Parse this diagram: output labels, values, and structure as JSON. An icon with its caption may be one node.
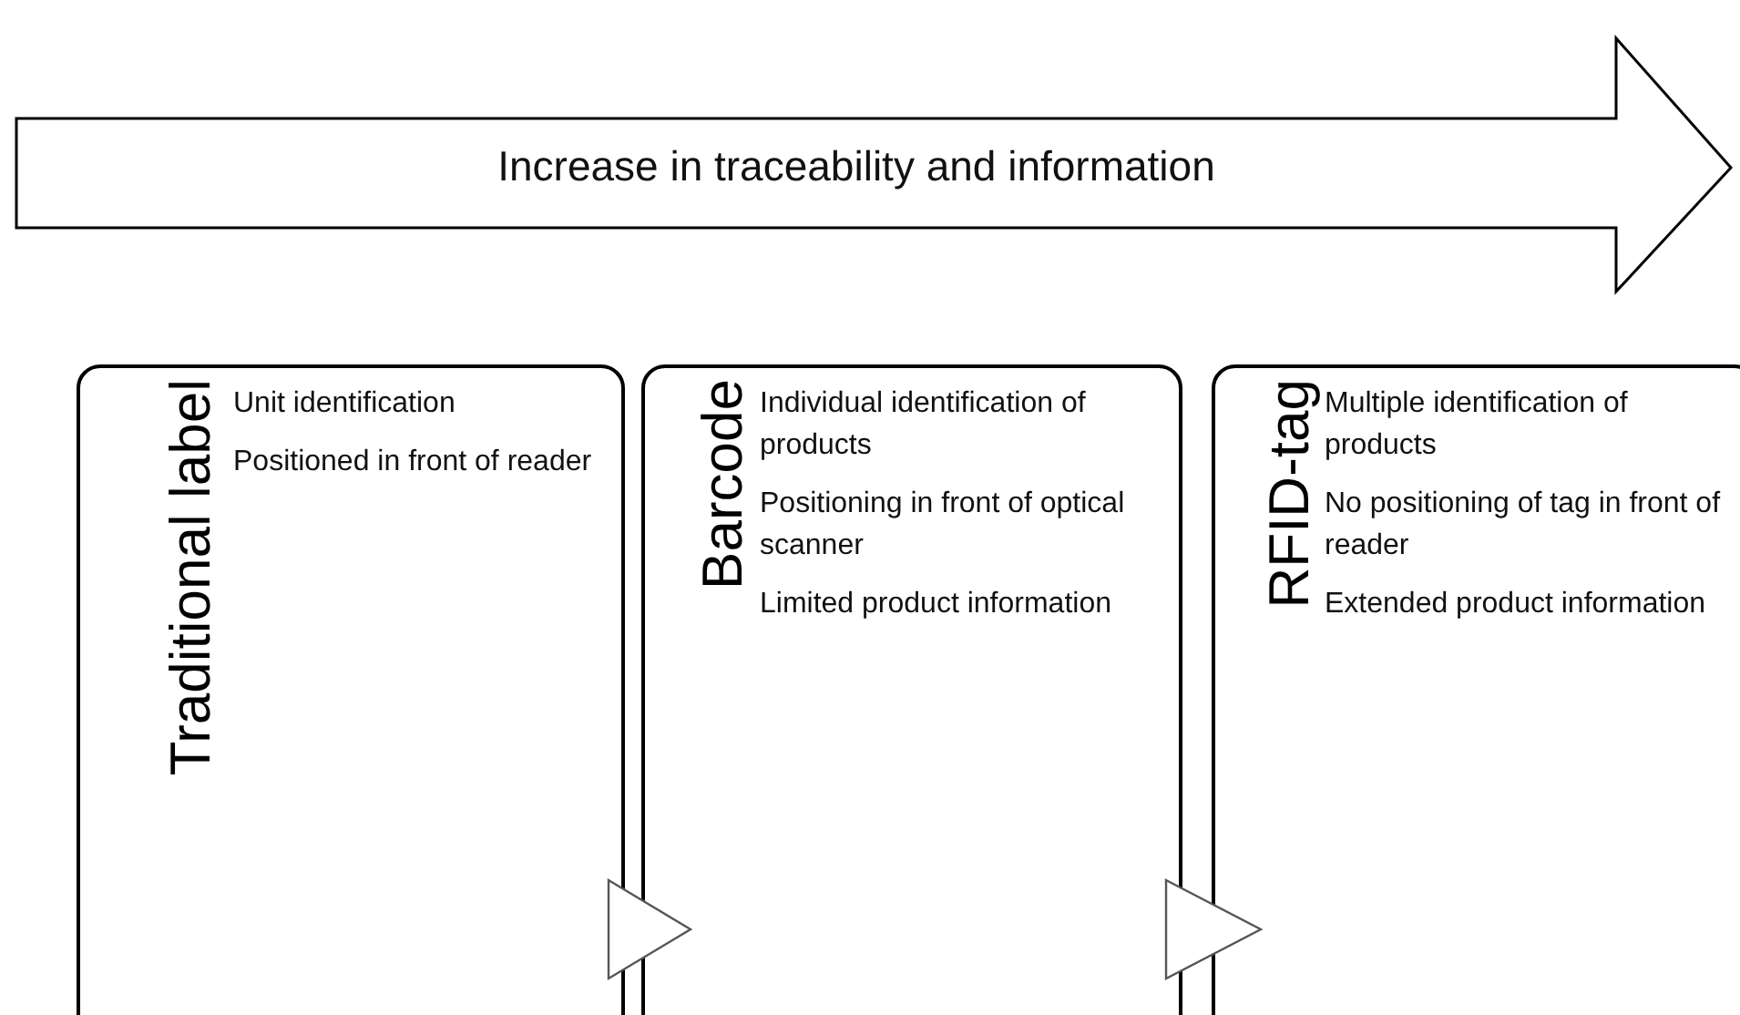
{
  "diagram": {
    "nodes": [
      {
        "text": [
          "Increase in traceability and information"
        ]
      },
      {
        "text": [
          "Traditional label",
          "Unit identification",
          "Positioned in front of reader"
        ]
      },
      {
        "text": [
          "Barcode",
          "Individual identification of products",
          "Positioning in front of optical scanner",
          "Limited product information"
        ]
      },
      {
        "text": [
          "RFID-tag",
          "Multiple identification of products",
          "No positioning of tag in front of reader",
          "Extended product information"
        ]
      }
    ],
    "edges": [
      {
        "from": 1,
        "to": 2,
        "arrow": "to"
      },
      {
        "from": 2,
        "to": 3,
        "arrow": "to"
      }
    ]
  }
}
